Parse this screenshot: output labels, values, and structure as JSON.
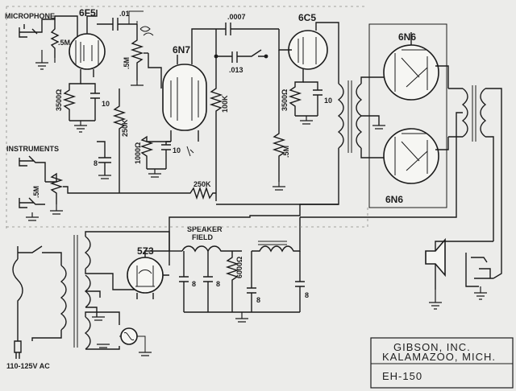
{
  "labels": {
    "microphone": "MICROPHONE",
    "instruments": "INSTRUMENTS",
    "speaker_field_1": "SPEAKER",
    "speaker_field_2": "FIELD",
    "power": "110-125V AC"
  },
  "tubes": {
    "t1": "6F5",
    "t2": "6N7",
    "t3": "6C5",
    "t4": "6N6",
    "t5": "6N6",
    "t6": "5Z3"
  },
  "components": {
    "c_01": ".01",
    "c_0007": ".0007",
    "c_013": ".013",
    "r_5m_mic": ".5M",
    "r_5m_grid": ".5M",
    "r_3500_1": "3500Ω",
    "c_10_1": "10",
    "r_250k_1": "250K",
    "c_8_1": "8",
    "r_1000": "1000Ω",
    "c_10_2": "10",
    "r_100k": "100K",
    "r_3500_2": "3500Ω",
    "c_10_3": "10",
    "r_5m_6c5": ".5M",
    "r_5m_inst": ".5M",
    "r_250k_2": "250K",
    "c_8_2": "8",
    "c_8_3": "8",
    "r_6000": "6000Ω",
    "c_8_4": "8",
    "c_8_5": "8"
  },
  "title_block": {
    "company": "GIBSON, INC.",
    "city": "KALAMAZOO, MICH.",
    "model": "EH-150"
  }
}
